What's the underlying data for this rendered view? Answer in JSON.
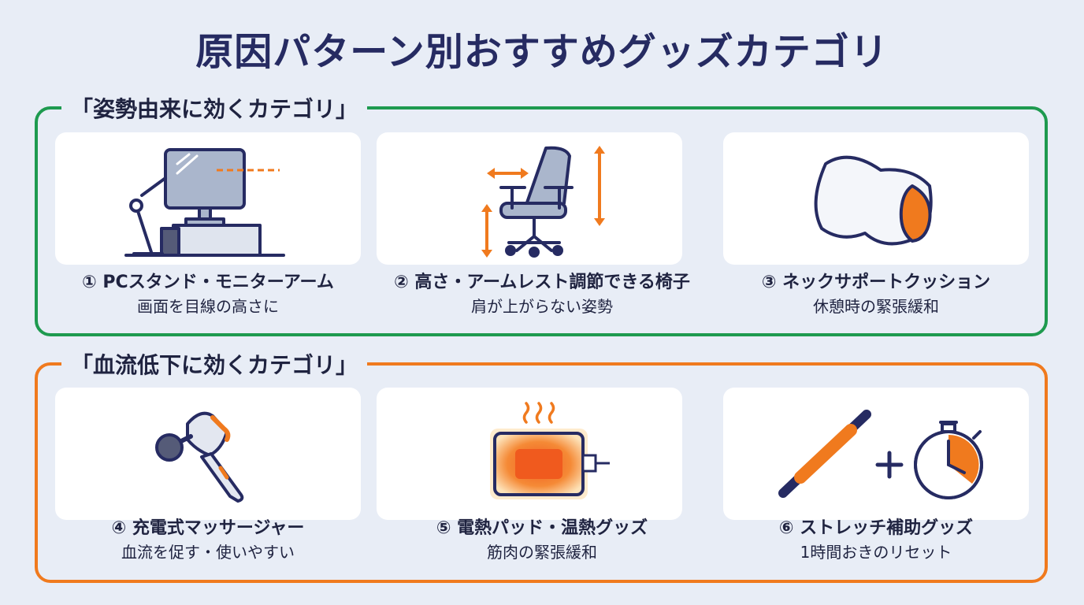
{
  "title": "原因パターン別おすすめグッズカテゴリ",
  "colors": {
    "navy": "#262b62",
    "green": "#1e9a4f",
    "orange": "#f07a1e",
    "background": "#e8edf6"
  },
  "sections": [
    {
      "label": "「姿勢由来に効くカテゴリ」",
      "items": [
        {
          "icon": "pc-stand-monitor-arm-icon",
          "title": "① PCスタンド・モニターアーム",
          "sub": "画面を目線の高さに"
        },
        {
          "icon": "office-chair-icon",
          "title": "② 高さ・アームレスト調節できる椅子",
          "sub": "肩が上がらない姿勢"
        },
        {
          "icon": "neck-cushion-icon",
          "title": "③ ネックサポートクッション",
          "sub": "休憩時の緊張緩和"
        }
      ]
    },
    {
      "label": "「血流低下に効くカテゴリ」",
      "items": [
        {
          "icon": "massage-gun-icon",
          "title": "④ 充電式マッサージャー",
          "sub": "血流を促す・使いやすい"
        },
        {
          "icon": "heating-pad-icon",
          "title": "⑤ 電熱パッド・温熱グッズ",
          "sub": "筋肉の緊張緩和"
        },
        {
          "icon": "stretch-roller-timer-icon",
          "title": "⑥ ストレッチ補助グッズ",
          "sub": "1時間おきのリセット"
        }
      ]
    }
  ]
}
